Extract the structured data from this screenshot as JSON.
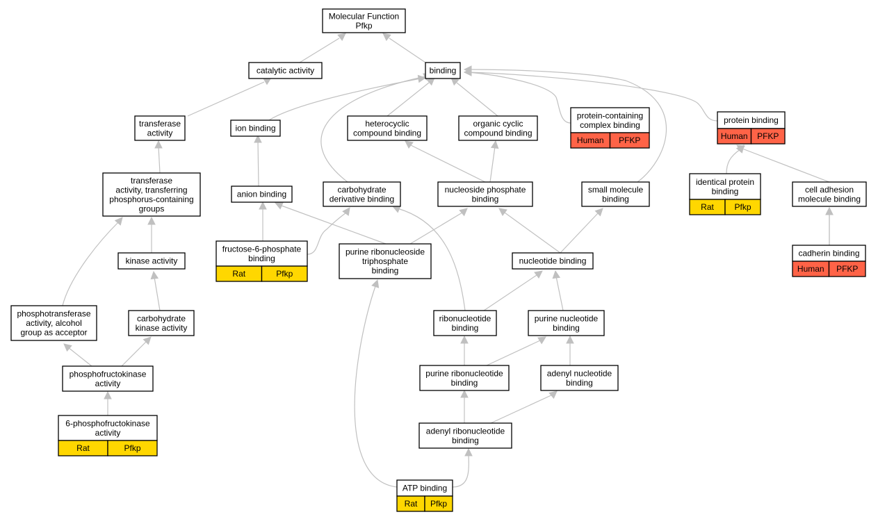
{
  "graph": {
    "nodes": {
      "root": {
        "lines": [
          "Molecular Function",
          "Pfkp"
        ]
      },
      "catalytic": {
        "lines": [
          "catalytic activity"
        ]
      },
      "binding": {
        "lines": [
          "binding"
        ]
      },
      "transferase": {
        "lines": [
          "transferase",
          "activity"
        ]
      },
      "ion": {
        "lines": [
          "ion binding"
        ]
      },
      "heterocyclic": {
        "lines": [
          "heterocyclic",
          "compound binding"
        ]
      },
      "organic": {
        "lines": [
          "organic cyclic",
          "compound binding"
        ]
      },
      "protein_complex": {
        "lines": [
          "protein-containing",
          "complex binding"
        ],
        "tags": [
          "Human",
          "PFKP"
        ]
      },
      "protein": {
        "lines": [
          "protein binding"
        ],
        "tags": [
          "Human",
          "PFKP"
        ]
      },
      "transferase_p": {
        "lines": [
          "transferase",
          "activity, transferring",
          "phosphorus-containing",
          "groups"
        ]
      },
      "anion": {
        "lines": [
          "anion binding"
        ]
      },
      "carb_deriv": {
        "lines": [
          "carbohydrate",
          "derivative binding"
        ]
      },
      "nuc_phos": {
        "lines": [
          "nucleoside phosphate",
          "binding"
        ]
      },
      "small_mol": {
        "lines": [
          "small molecule",
          "binding"
        ]
      },
      "identical": {
        "lines": [
          "identical protein",
          "binding"
        ],
        "tags": [
          "Rat",
          "Pfkp"
        ]
      },
      "cell_adh": {
        "lines": [
          "cell adhesion",
          "molecule binding"
        ]
      },
      "kinase": {
        "lines": [
          "kinase activity"
        ]
      },
      "f6p": {
        "lines": [
          "fructose-6-phosphate",
          "binding"
        ],
        "tags": [
          "Rat",
          "Pfkp"
        ]
      },
      "purine_rnstp": {
        "lines": [
          "purine ribonucleoside",
          "triphosphate",
          "binding"
        ]
      },
      "nucleotide": {
        "lines": [
          "nucleotide binding"
        ]
      },
      "cadherin": {
        "lines": [
          "cadherin binding"
        ],
        "tags": [
          "Human",
          "PFKP"
        ]
      },
      "phosphotrans": {
        "lines": [
          "phosphotransferase",
          "activity, alcohol",
          "group as acceptor"
        ]
      },
      "carb_kinase": {
        "lines": [
          "carbohydrate",
          "kinase activity"
        ]
      },
      "ribonucleotide": {
        "lines": [
          "ribonucleotide",
          "binding"
        ]
      },
      "purine_nuc": {
        "lines": [
          "purine nucleotide",
          "binding"
        ]
      },
      "pfk": {
        "lines": [
          "phosphofructokinase",
          "activity"
        ]
      },
      "purine_rn": {
        "lines": [
          "purine ribonucleotide",
          "binding"
        ]
      },
      "adenyl_nuc": {
        "lines": [
          "adenyl nucleotide",
          "binding"
        ]
      },
      "pfk6": {
        "lines": [
          "6-phosphofructokinase",
          "activity"
        ],
        "tags": [
          "Rat",
          "Pfkp"
        ]
      },
      "adenyl_rn": {
        "lines": [
          "adenyl ribonucleotide",
          "binding"
        ]
      },
      "atp": {
        "lines": [
          "ATP binding"
        ],
        "tags": [
          "Rat",
          "Pfkp"
        ]
      }
    },
    "colors": {
      "rat": "#ffd700",
      "human": "#ff6347",
      "edge": "#c0c0c0"
    }
  }
}
